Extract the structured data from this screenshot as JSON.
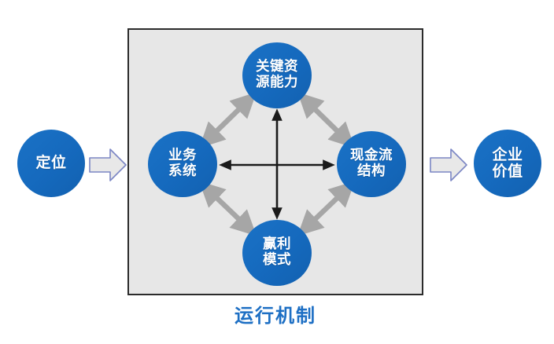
{
  "diagram": {
    "title_caption": "运行机制",
    "accent_blue": "#1569bd",
    "caption_blue": "#1d6fc4",
    "panel_fill": "#e7e7e7",
    "panel_border": "#2b2b2b",
    "connector_gray": "#a6a6a6",
    "connector_black": "#1a1a1a",
    "chevron_fill": "#e8e8e8",
    "chevron_stroke": "#7b86c4"
  },
  "nodes": {
    "input": {
      "label": "定位"
    },
    "output": {
      "label": "企业\n价值"
    },
    "core": {
      "top": {
        "label": "关键资\n源能力"
      },
      "left": {
        "label": "业务\n系统"
      },
      "right": {
        "label": "现金流\n结构"
      },
      "bottom": {
        "label": "赢利\n模式"
      }
    }
  },
  "connectors": {
    "chevron_in": "arrow-right",
    "chevron_out": "arrow-right",
    "diagonals": [
      "left<->top",
      "top<->right",
      "left<->bottom",
      "bottom<->right"
    ],
    "cross": [
      "top<->bottom",
      "left<->right"
    ]
  }
}
